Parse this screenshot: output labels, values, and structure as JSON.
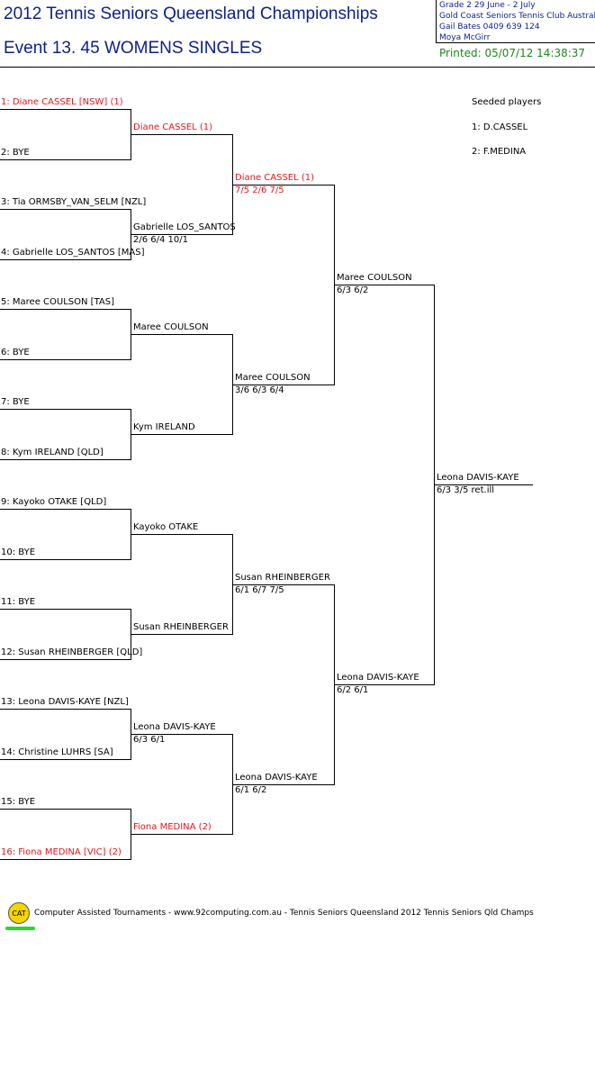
{
  "header": {
    "title": "2012 Tennis Seniors Queensland Championships",
    "event": "Event 13. 45 WOMENS SINGLES",
    "info_lines": [
      "Grade 2    29 June - 2 July",
      "Gold Coast Seniors Tennis Club   Australia",
      "Gail Bates    0409 639 124",
      "Moya McGirr"
    ],
    "printed": "Printed: 05/07/12 14:38:37"
  },
  "seeds": {
    "heading": "Seeded players",
    "list": [
      "1: D.CASSEL",
      "2: F.MEDINA"
    ]
  },
  "round1": [
    {
      "text": "1: Diane CASSEL [NSW] (1)",
      "seed": true
    },
    {
      "text": "2: BYE",
      "seed": false
    },
    {
      "text": "3: Tia ORMSBY_VAN_SELM [NZL]",
      "seed": false
    },
    {
      "text": "4: Gabrielle LOS_SANTOS [MAS]",
      "seed": false
    },
    {
      "text": "5: Maree COULSON [TAS]",
      "seed": false
    },
    {
      "text": "6: BYE",
      "seed": false
    },
    {
      "text": "7: BYE",
      "seed": false
    },
    {
      "text": "8: Kym IRELAND [QLD]",
      "seed": false
    },
    {
      "text": "9: Kayoko OTAKE [QLD]",
      "seed": false
    },
    {
      "text": "10: BYE",
      "seed": false
    },
    {
      "text": "11: BYE",
      "seed": false
    },
    {
      "text": "12: Susan RHEINBERGER [QLD]",
      "seed": false
    },
    {
      "text": "13: Leona DAVIS-KAYE [NZL]",
      "seed": false
    },
    {
      "text": "14: Christine LUHRS [SA]",
      "seed": false
    },
    {
      "text": "15: BYE",
      "seed": false
    },
    {
      "text": "16: Fiona MEDINA [VIC] (2)",
      "seed": true
    }
  ],
  "round2": [
    {
      "name": "Diane CASSEL (1)",
      "score": "",
      "seed": true
    },
    {
      "name": "Gabrielle LOS_SANTOS",
      "score": "2/6 6/4 10/1",
      "seed": false
    },
    {
      "name": "Maree COULSON",
      "score": "",
      "seed": false
    },
    {
      "name": "Kym IRELAND",
      "score": "",
      "seed": false
    },
    {
      "name": "Kayoko OTAKE",
      "score": "",
      "seed": false
    },
    {
      "name": "Susan RHEINBERGER",
      "score": "",
      "seed": false
    },
    {
      "name": "Leona DAVIS-KAYE",
      "score": "6/3 6/1",
      "seed": false
    },
    {
      "name": "Fiona MEDINA (2)",
      "score": "",
      "seed": true
    }
  ],
  "round3": [
    {
      "name": "Diane CASSEL (1)",
      "score": "7/5 2/6 7/5",
      "seed": true
    },
    {
      "name": "Maree COULSON",
      "score": "3/6 6/3 6/4",
      "seed": false
    },
    {
      "name": "Susan RHEINBERGER",
      "score": "6/1 6/7 7/5",
      "seed": false
    },
    {
      "name": "Leona DAVIS-KAYE",
      "score": "6/1 6/2",
      "seed": false
    }
  ],
  "round4": [
    {
      "name": "Maree COULSON",
      "score": "6/3 6/2",
      "seed": false
    },
    {
      "name": "Leona DAVIS-KAYE",
      "score": "6/2 6/1",
      "seed": false
    }
  ],
  "final": {
    "name": "Leona DAVIS-KAYE",
    "score": "6/3 3/5 ret.ill"
  },
  "footer": {
    "logo": "CAT",
    "credit": "Computer Assisted Tournaments - www.92computing.com.au -  Tennis Seniors Queensland",
    "event": "2012 Tennis Seniors Qld Champs"
  }
}
